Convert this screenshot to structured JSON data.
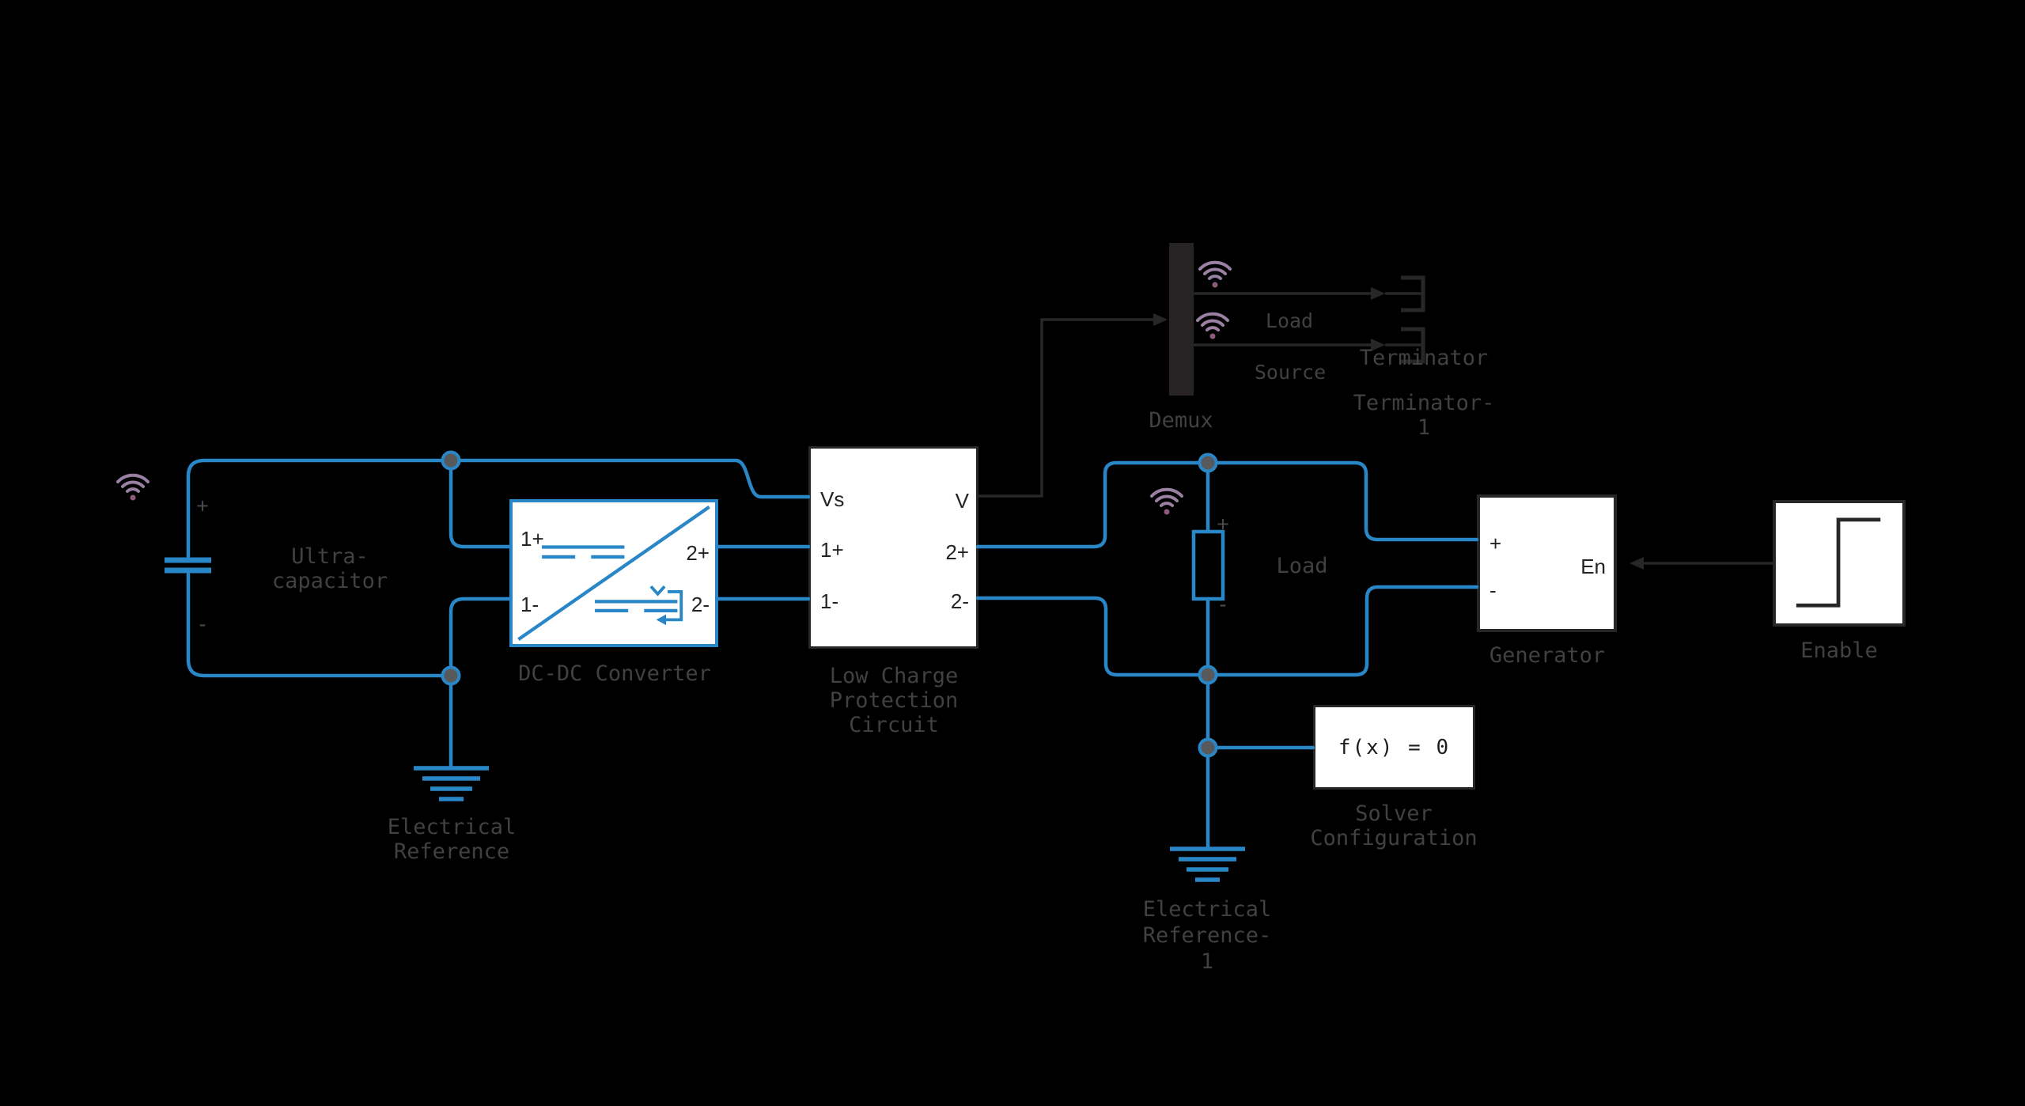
{
  "app": "simulink-model-canvas",
  "colors": {
    "background": "#000000",
    "wire_blue": "#2986c7",
    "signal_dark": "#272727",
    "label_gray": "#414141",
    "node_fill": "#58595a",
    "block_background": "#ffffff",
    "wifi_icon": "#9a80a3"
  },
  "blocks": {
    "ultracapacitor": {
      "label_lines": [
        "Ultra-",
        "capacitor"
      ],
      "plus": "+",
      "minus": "-"
    },
    "dcdc": {
      "label": "DC-DC Converter",
      "ports": {
        "in_plus": "1+",
        "in_minus": "1-",
        "out_plus": "2+",
        "out_minus": "2-"
      }
    },
    "lcpc": {
      "label_lines": [
        "Low Charge",
        "Protection",
        "Circuit"
      ],
      "ports": {
        "vs": "Vs",
        "in_plus": "1+",
        "in_minus": "1-",
        "v": "V",
        "out_plus": "2+",
        "out_minus": "2-"
      }
    },
    "demux": {
      "label": "Demux"
    },
    "terminator": {
      "label": "Terminator"
    },
    "terminator1": {
      "label_lines": [
        "Terminator-",
        "1"
      ]
    },
    "load": {
      "label": "Load",
      "plus": "+",
      "minus": "-"
    },
    "generator": {
      "label": "Generator",
      "ports": {
        "plus": "+",
        "minus": "-",
        "en": "En"
      }
    },
    "enable": {
      "label": "Enable"
    },
    "solver": {
      "label_lines": [
        "Solver",
        "Configuration"
      ],
      "equation": "f(x) = 0"
    },
    "electrical_reference": {
      "label_lines": [
        "Electrical",
        "Reference"
      ]
    },
    "electrical_reference1": {
      "label_lines": [
        "Electrical",
        "Reference-",
        "1"
      ]
    }
  },
  "signals": {
    "load": "Load",
    "source": "Source"
  }
}
